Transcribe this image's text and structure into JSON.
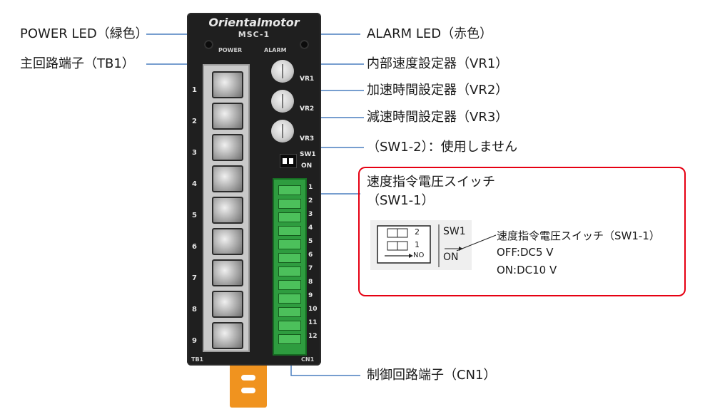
{
  "labels": {
    "power_led": "POWER LED（緑色）",
    "main_terminal": "主回路端子（TB1）",
    "alarm_led": "ALARM LED（赤色）",
    "vr1": "内部速度設定器（VR1）",
    "vr2": "加速時間設定器（VR2）",
    "vr3": "減速時間設定器（VR3）",
    "sw1_2": "（SW1-2）：使用しません",
    "sw1_1_title": "速度指令電圧スイッチ",
    "sw1_1_id": "（SW1-1）",
    "control_terminal": "制御回路端子（CN1）"
  },
  "device": {
    "brand": "Orientalmotor",
    "model": "MSC-1",
    "power_tag": "POWER",
    "alarm_tag": "ALARM",
    "vr1_tag": "VR1",
    "vr2_tag": "VR2",
    "vr3_tag": "VR3",
    "sw1_tag": "SW1",
    "on_tag": "ON",
    "tb1_tag": "TB1",
    "cn1_tag": "CN1",
    "tb1_numbers": [
      "1",
      "2",
      "3",
      "4",
      "5",
      "6",
      "7",
      "8",
      "9"
    ],
    "cn1_numbers": [
      "1",
      "2",
      "3",
      "4",
      "5",
      "6",
      "7",
      "8",
      "9",
      "10",
      "11",
      "12"
    ]
  },
  "inset": {
    "sw_label": "SW1",
    "on_label": "ON",
    "no_label": "NO",
    "pos1": "1",
    "pos2": "2",
    "desc_title": "速度指令電圧スイッチ（SW1-1）",
    "off_text": "OFF:DC5 V",
    "on_text": "ON:DC10 V"
  },
  "colors": {
    "leader": "#4a7fbf",
    "highlight_border": "#e60012",
    "terminal_green": "#2e9c3f",
    "rail_orange": "#f0931f"
  }
}
